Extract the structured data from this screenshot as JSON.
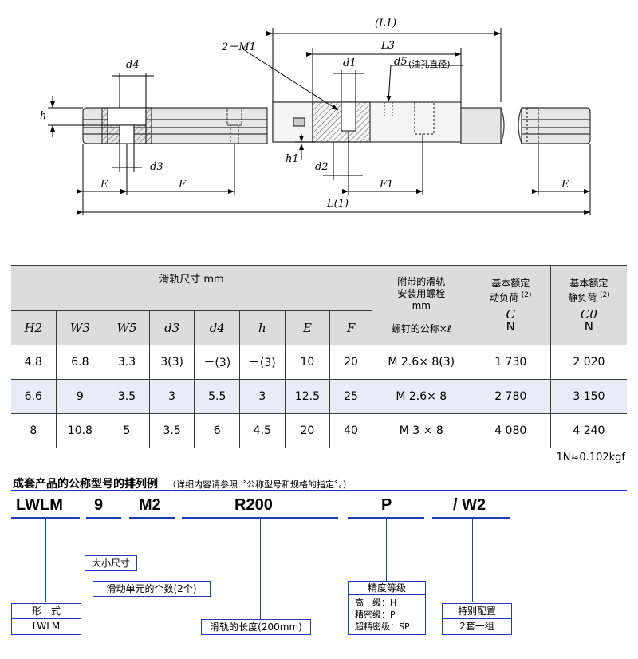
{
  "drawing": {
    "labels": {
      "L1": "(L1)",
      "L3": "L3",
      "M1": "2－M1",
      "d4": "d4",
      "d1": "d1",
      "d5": "d5",
      "d5_note": "(油孔直径)",
      "h": "h",
      "h1": "h1",
      "d2": "d2",
      "d3": "d3",
      "E_left": "E",
      "F": "F",
      "F1": "F1",
      "E_right": "E",
      "L": "L(1)"
    }
  },
  "table": {
    "group_header": "滑轨尺寸 mm",
    "bolt_header_line1": "附带的滑轨",
    "bolt_header_line2": "安装用螺栓",
    "bolt_header_line3": "mm",
    "bolt_sub": "螺钉的公称×ℓ",
    "dyn_line1": "基本额定",
    "dyn_line2": "动负荷",
    "dyn_sup": "(2)",
    "dyn_sym": "C",
    "dyn_unit": "N",
    "stat_line1": "基本额定",
    "stat_line2": "静负荷",
    "stat_sup": "(2)",
    "stat_sym": "C0",
    "stat_unit": "N",
    "columns": [
      "H2",
      "W3",
      "W5",
      "d3",
      "d4",
      "h",
      "E",
      "F"
    ],
    "rows": [
      [
        "4.8",
        "6.8",
        "3.3",
        "3(3)",
        "－(3)",
        "－(3)",
        "10",
        "20",
        "M 2.6× 8(3)",
        "1 730",
        "2 020"
      ],
      [
        "6.6",
        "9",
        "3.5",
        "3",
        "5.5",
        "3",
        "12.5",
        "25",
        "M 2.6× 8",
        "2 780",
        "3 150"
      ],
      [
        "8",
        "10.8",
        "5",
        "3.5",
        "6",
        "4.5",
        "20",
        "40",
        "M 3 × 8",
        "4 080",
        "4 240"
      ]
    ]
  },
  "unit_note": "1N≈0.102kgf",
  "example": {
    "title": "成套产品的公称型号的排列例",
    "note": "（详细内容请参照〝公称型号和规格的指定〞。）",
    "codes": [
      "LWLM",
      "9",
      "M2",
      "R200",
      "P",
      "/ W2"
    ],
    "size_label": "大小尺寸",
    "slider_label": "滑动单元的个数(2个)",
    "type_head": "形　式",
    "type_value": "LWLM",
    "length_label": "滑轨的长度(200mm)",
    "precision_head": "精度等级",
    "precision_rows": [
      "高　级：H",
      "精密级：P",
      "超精密级：SP"
    ],
    "special_head": "特别配置",
    "special_value": "2套一组"
  },
  "colors": {
    "accent": "#1f3fb0",
    "header_bg": "#dcdcdc",
    "alt_row": "#e9ecf7"
  }
}
